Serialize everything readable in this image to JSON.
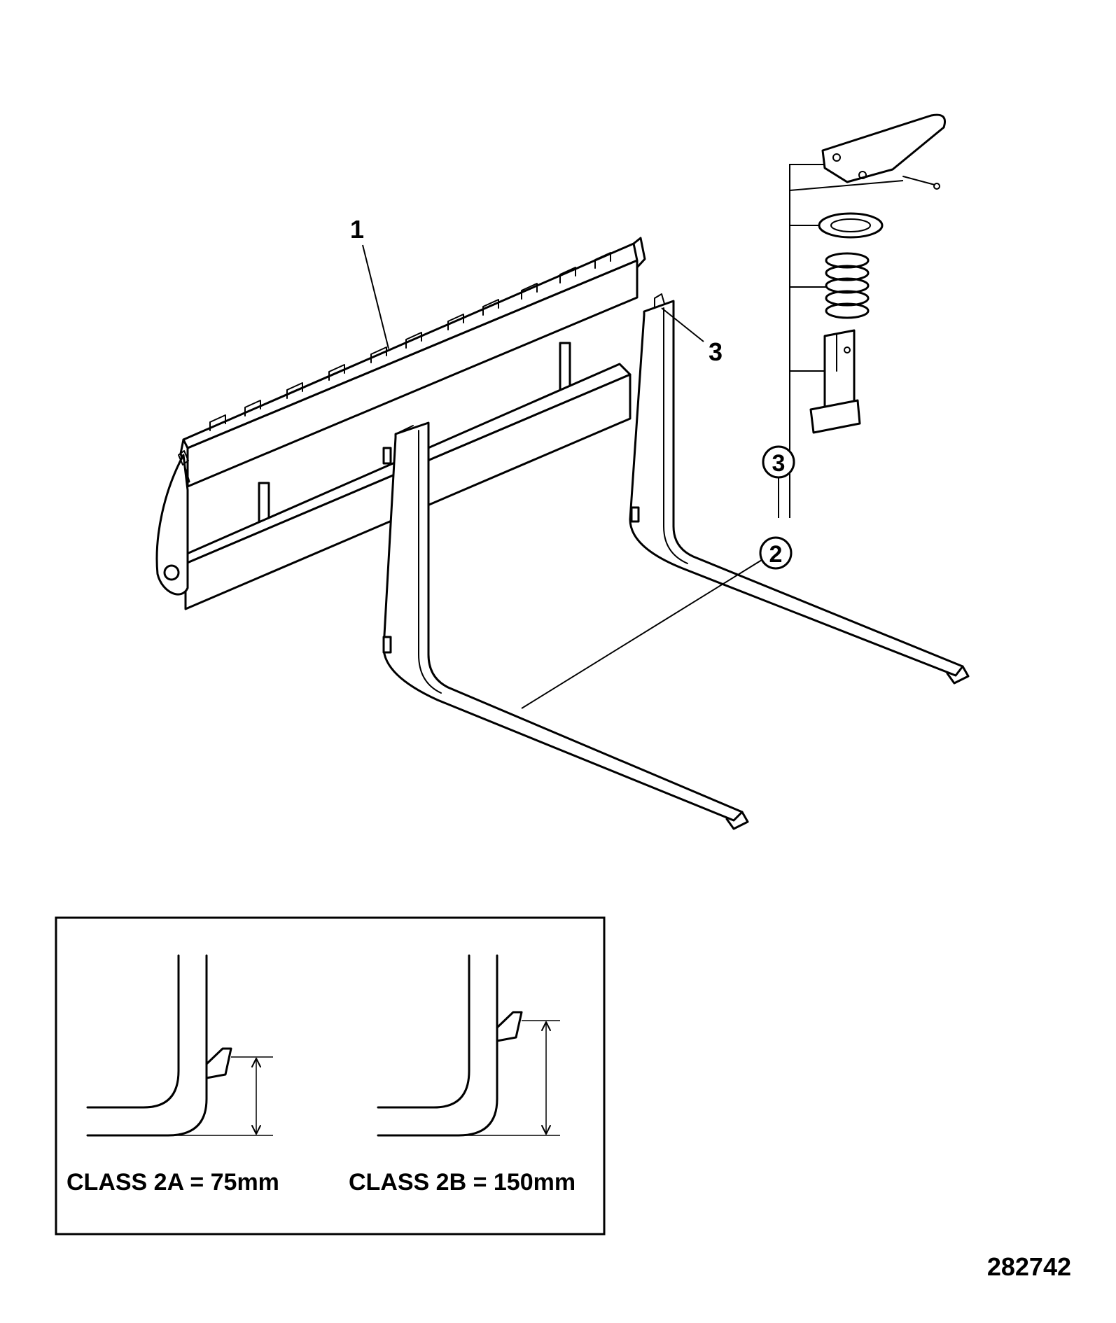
{
  "callouts": {
    "carriage": "1",
    "fork": "2",
    "latch": "3",
    "latch_circle": "3",
    "fork_circle": "2"
  },
  "inset": {
    "class_2a": "CLASS 2A = 75mm",
    "class_2b": "CLASS 2B = 150mm"
  },
  "drawing_number": "282742"
}
